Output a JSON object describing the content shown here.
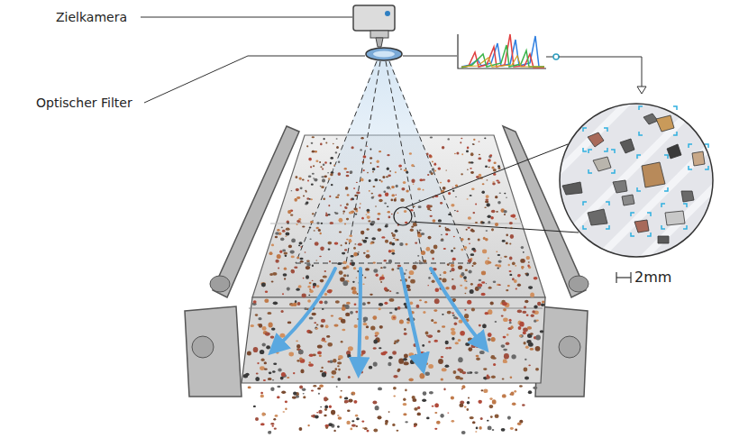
{
  "diagram": {
    "labels": [
      "Zielkamera",
      "Optischer Filter",
      "2mm"
    ]
  }
}
